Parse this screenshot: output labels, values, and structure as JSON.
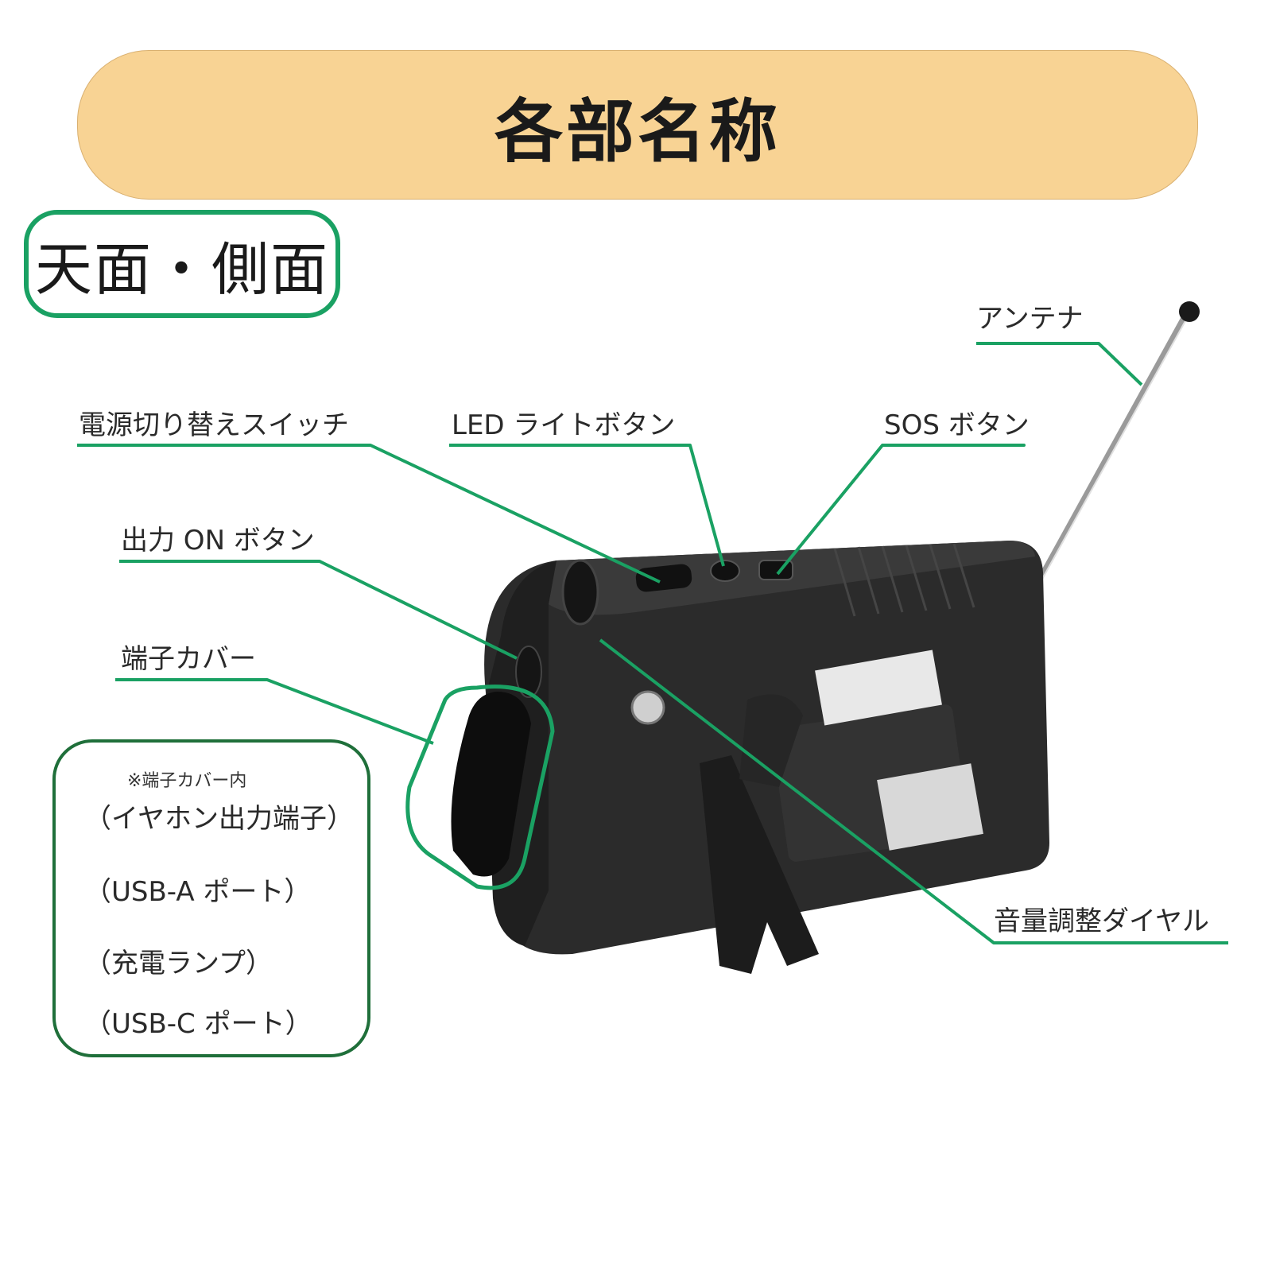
{
  "banner": {
    "title": "各部名称"
  },
  "section": {
    "title": "天面・側面"
  },
  "labels": {
    "antenna": "アンテナ",
    "power_switch": "電源切り替えスイッチ",
    "led_button": "LED ライトボタン",
    "sos_button": "SOS ボタン",
    "output_on_button": "出力 ON ボタン",
    "terminal_cover": "端子カバー",
    "volume_dial": "音量調整ダイヤル"
  },
  "cover_inside": {
    "note": "※端子カバー内",
    "items": [
      "（イヤホン出力端子）",
      "（USB-A ポート）",
      "（充電ランプ）",
      "（USB-C ポート）"
    ]
  },
  "colors": {
    "banner_bg": "#f8d394",
    "accent_green": "#1aa163",
    "box_green": "#1f6f3a",
    "device_body": "#2b2b2b"
  }
}
